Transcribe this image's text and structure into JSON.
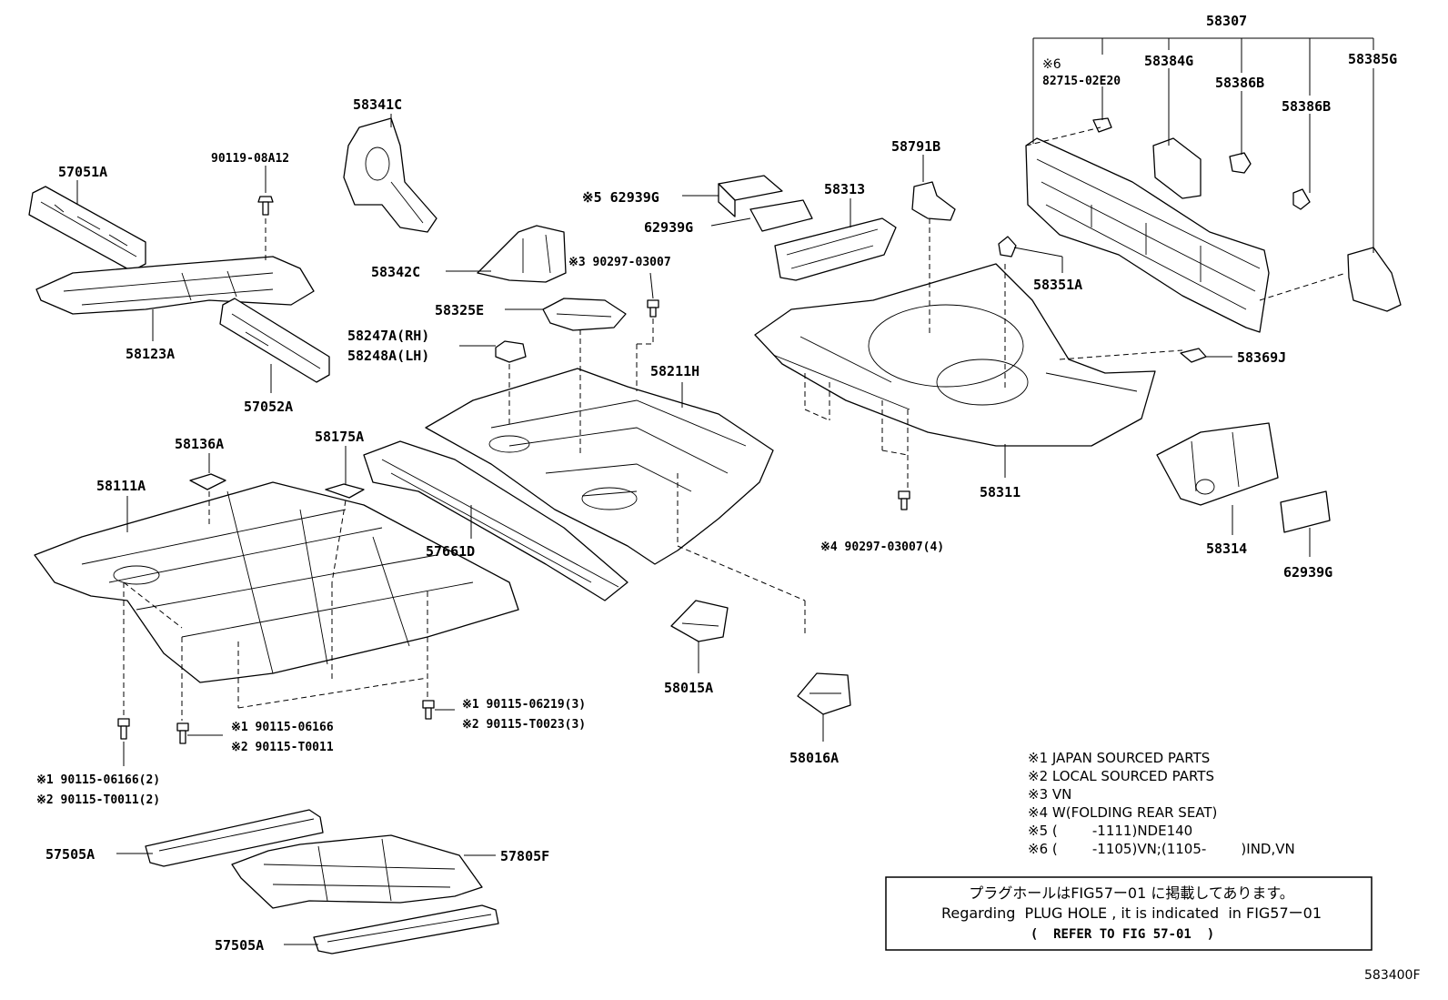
{
  "parts": {
    "p58307": "58307",
    "p58385G": "58385G",
    "p58384G": "58384G",
    "p58386B_1": "58386B",
    "p58386B_2": "58386B",
    "note6_mark": "※6",
    "p82715": "82715-02E20",
    "p58341C": "58341C",
    "p90119": "90119-08A12",
    "p57051A": "57051A",
    "p58791B": "58791B",
    "p62939G_5": "※5 62939G",
    "p62939G_a": "62939G",
    "p58313": "58313",
    "p58342C": "58342C",
    "p90297_3": "※3 90297-03007",
    "p58351A": "58351A",
    "p58325E": "58325E",
    "p58247A": "58247A(RH)",
    "p58248A": "58248A(LH)",
    "p58123A": "58123A",
    "p58369J": "58369J",
    "p58211H": "58211H",
    "p57052A": "57052A",
    "p58136A": "58136A",
    "p58175A": "58175A",
    "p58111A": "58111A",
    "p58311": "58311",
    "p90297_4": "※4 90297-03007(4)",
    "p58314": "58314",
    "p57661D": "57661D",
    "p62939G_b": "62939G",
    "p58015A": "58015A",
    "p90115_06219": "※1 90115-06219(3)",
    "p90115_T0023": "※2 90115-T0023(3)",
    "p90115_06166": "※1 90115-06166",
    "p90115_T0011": "※2 90115-T0011",
    "p58016A": "58016A",
    "p90115_06166_2": "※1 90115-06166(2)",
    "p90115_T0011_2": "※2 90115-T0011(2)",
    "p57505A_1": "57505A",
    "p57805F": "57805F",
    "p57505A_2": "57505A"
  },
  "legend": [
    "※1  JAPAN SOURCED PARTS",
    "※2  LOCAL SOURCED PARTS",
    "※3  VN",
    "※4  W(FOLDING REAR SEAT)",
    "※5 (        -1111)NDE140",
    "※6 (        -1105)VN;(1105-        )IND,VN"
  ],
  "note": {
    "line1": "プラグホールはFIG57ー01 に掲載してあります。",
    "line2": "Regarding  PLUG HOLE , it is indicated  in FIG57ー01",
    "line3": "(  REFER TO FIG 57-01  )"
  },
  "figure_code": "583400F"
}
